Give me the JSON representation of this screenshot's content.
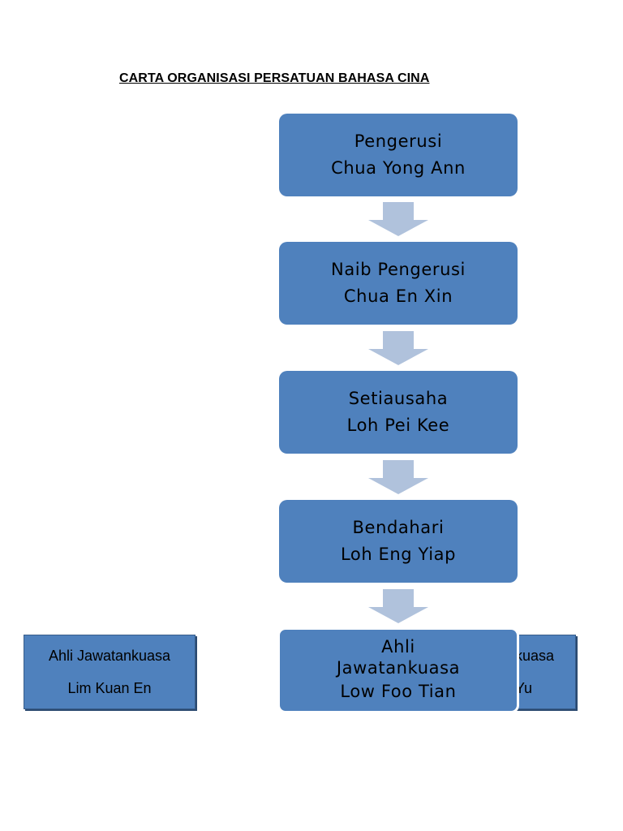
{
  "title": "CARTA ORGANISASI PERSATUAN BAHASA CINA",
  "colors": {
    "box_fill": "#4f81bd",
    "arrow_fill": "#b0c2dc",
    "text": "#000000"
  },
  "chart": [
    {
      "role": "Pengerusi",
      "name": "Chua Yong Ann"
    },
    {
      "role": "Naib Pengerusi",
      "name": "Chua En Xin"
    },
    {
      "role": "Setiausaha",
      "name": "Loh Pei Kee"
    },
    {
      "role": "Bendahari",
      "name": "Loh Eng Yiap"
    },
    {
      "role_line1": "Ahli",
      "role_line2": "Jawatankuasa",
      "name": "Low Foo Tian"
    }
  ],
  "committee_left": {
    "role": "Ahli Jawatankuasa",
    "name": "Lim Kuan En"
  },
  "committee_right": {
    "role_partial": "kuasa",
    "name_partial": "Yu"
  }
}
